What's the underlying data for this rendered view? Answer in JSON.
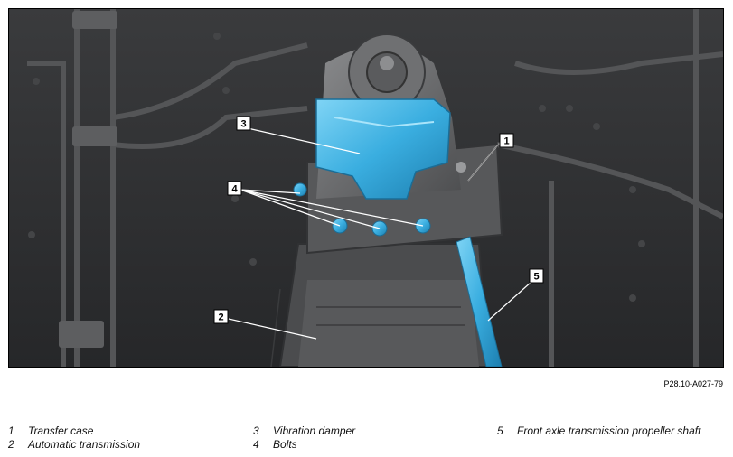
{
  "figure": {
    "reference": "P28.10-A027-79",
    "callouts": [
      {
        "number": "1"
      },
      {
        "number": "2"
      },
      {
        "number": "3"
      },
      {
        "number": "4"
      },
      {
        "number": "5"
      }
    ]
  },
  "legend": [
    {
      "number": "1",
      "label": "Transfer case"
    },
    {
      "number": "2",
      "label": "Automatic transmission"
    },
    {
      "number": "3",
      "label": "Vibration damper"
    },
    {
      "number": "4",
      "label": "Bolts"
    },
    {
      "number": "5",
      "label": "Front axle transmission propeller shaft"
    }
  ],
  "colors": {
    "background": "#2f3032",
    "highlight": "#3aaee0",
    "component": "#6b6c6e",
    "frame": "#000000"
  }
}
